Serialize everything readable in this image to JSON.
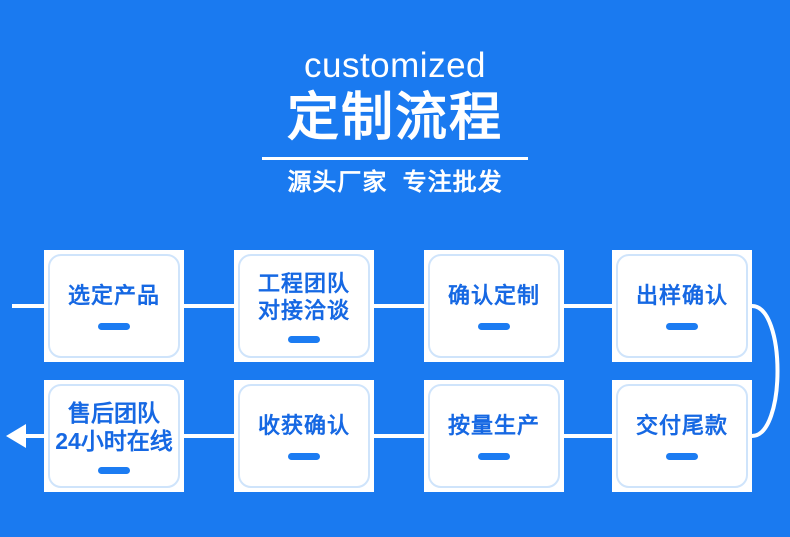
{
  "page": {
    "background_color": "#1a7af0",
    "box_fill_color": "#ffffff",
    "accent_text_color": "#1668e3",
    "connector_color": "#ffffff"
  },
  "header": {
    "english_title": "customized",
    "chinese_title": "定制流程",
    "subtitle": "源头厂家  专注批发"
  },
  "flow": {
    "row1": [
      {
        "id": "step-1",
        "label": "选定产品",
        "size": "size-1"
      },
      {
        "id": "step-2",
        "label": "工程团队\n对接洽谈",
        "size": "size-2"
      },
      {
        "id": "step-3",
        "label": "确认定制",
        "size": "size-1"
      },
      {
        "id": "step-4",
        "label": "出样确认",
        "size": "size-1"
      }
    ],
    "row2": [
      {
        "id": "step-8",
        "label": "售后团队\n24小时在线",
        "size": "size-wide"
      },
      {
        "id": "step-7",
        "label": "收获确认",
        "size": "size-1"
      },
      {
        "id": "step-6",
        "label": "按量生产",
        "size": "size-1"
      },
      {
        "id": "step-5",
        "label": "交付尾款",
        "size": "size-1"
      }
    ]
  }
}
